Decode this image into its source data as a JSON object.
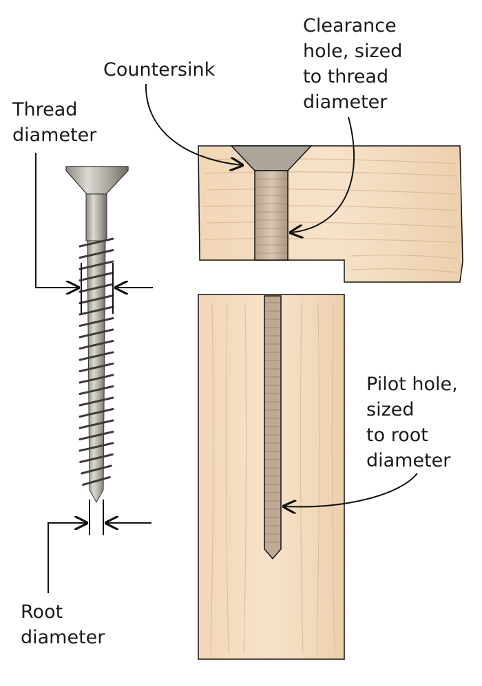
{
  "labels": {
    "thread_diameter": [
      "Thread",
      "diameter"
    ],
    "countersink": [
      "Countersink"
    ],
    "clearance_hole": [
      "Clearance",
      "hole, sized",
      "to thread",
      "diameter"
    ],
    "pilot_hole": [
      "Pilot hole,",
      "sized",
      "to root",
      "diameter"
    ],
    "root_diameter": [
      "Root",
      "diameter"
    ]
  },
  "colors": {
    "wood_light": "#f4dcc0",
    "wood_mid": "#ead0b0",
    "wood_grain": "#d9b894",
    "hole_fill": "#c8b6a2",
    "screw_metal": "#b9b6ad",
    "screw_dark": "#6f6a62",
    "line": "#111111"
  }
}
